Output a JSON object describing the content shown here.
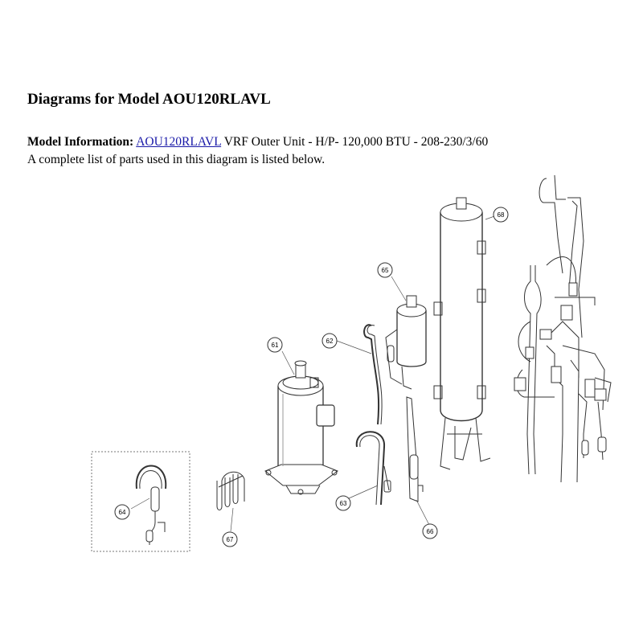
{
  "header": {
    "title": "Diagrams for Model AOU120RLAVL"
  },
  "model_info": {
    "label": "Model Information:",
    "model_link": "AOU120RLAVL",
    "description": "VRF Outer Unit - H/P- 120,000 BTU - 208-230/3/60"
  },
  "parts_note": "A complete list of parts used in this diagram is listed below.",
  "callouts": {
    "c61": "61",
    "c62": "62",
    "c63": "63",
    "c64": "64",
    "c65": "65",
    "c66": "66",
    "c67": "67",
    "c68": "68"
  }
}
